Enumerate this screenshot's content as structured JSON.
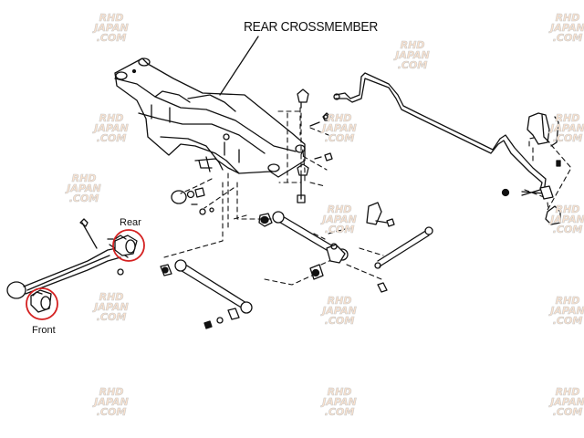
{
  "diagram": {
    "title": "REAR CROSSMEMBER",
    "callouts": [
      {
        "label": "Rear",
        "highlight_color": "#d42020"
      },
      {
        "label": "Front",
        "highlight_color": "#d42020"
      }
    ],
    "watermark": {
      "lines": [
        "RHD",
        "JAPAN",
        ".COM"
      ],
      "fill_color": "#fbe3cf",
      "outline_color": "#c9c9c9"
    },
    "line_color": "#111111"
  }
}
